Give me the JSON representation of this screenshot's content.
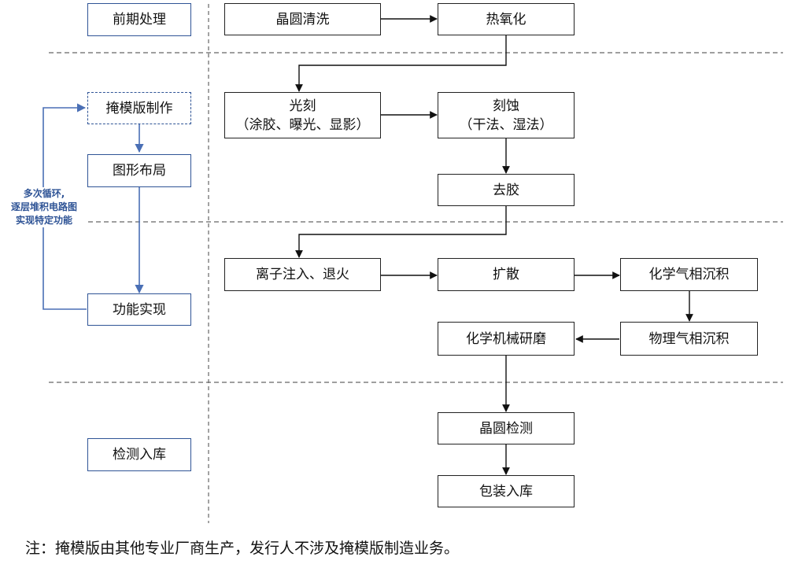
{
  "colors": {
    "stage_border": "#2f5496",
    "loop_arrow": "#4a6fb5",
    "process_border": "#222222",
    "divider": "#666666"
  },
  "stages": {
    "pre_processing": "前期处理",
    "mask_making": "掩模版制作",
    "pattern_layout": "图形布局",
    "function_realization": "功能实现",
    "inspection_storage": "检测入库"
  },
  "loop_note": [
    "多次循环,",
    "逐层堆积电路图",
    "实现特定功能"
  ],
  "processes": {
    "wafer_cleaning": "晶圆清洗",
    "thermal_oxidation": "热氧化",
    "photolithography": {
      "line1": "光刻",
      "line2": "（涂胶、曝光、显影）"
    },
    "etching": {
      "line1": "刻蚀",
      "line2": "（干法、湿法）"
    },
    "resist_removal": "去胶",
    "ion_implant_anneal": "离子注入、退火",
    "diffusion": "扩散",
    "cvd": "化学气相沉积",
    "pvd": "物理气相沉积",
    "cmp": "化学机械研磨",
    "wafer_inspection": "晶圆检测",
    "packaging_storage": "包装入库"
  },
  "footnote": "注：掩模版由其他专业厂商生产，发行人不涉及掩模版制造业务。"
}
